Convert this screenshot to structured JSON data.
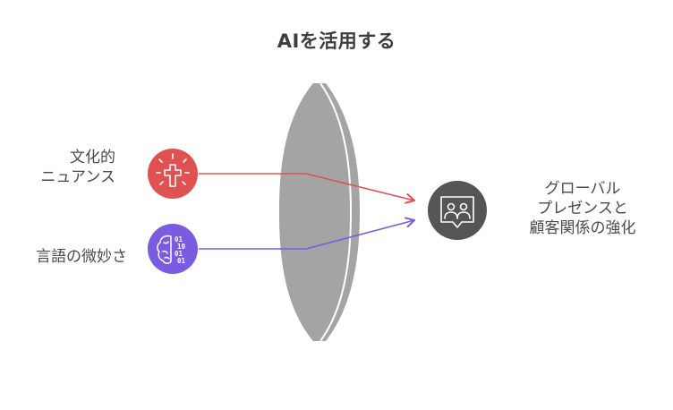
{
  "title": "AIを活用する",
  "inputs": [
    {
      "lines": [
        "文化的",
        "ニュアンス"
      ],
      "icon": "cross-rays-icon",
      "color": "#e05252"
    },
    {
      "lines": [
        "言語の微妙さ"
      ],
      "icon": "brain-binary-icon",
      "color": "#7a5ce0"
    }
  ],
  "lens_color": "#a4a4a4",
  "output": {
    "lines": [
      "グローバル",
      "プレゼンスと",
      "顧客関係の強化"
    ],
    "icon": "community-chat-icon",
    "color": "#555555"
  }
}
